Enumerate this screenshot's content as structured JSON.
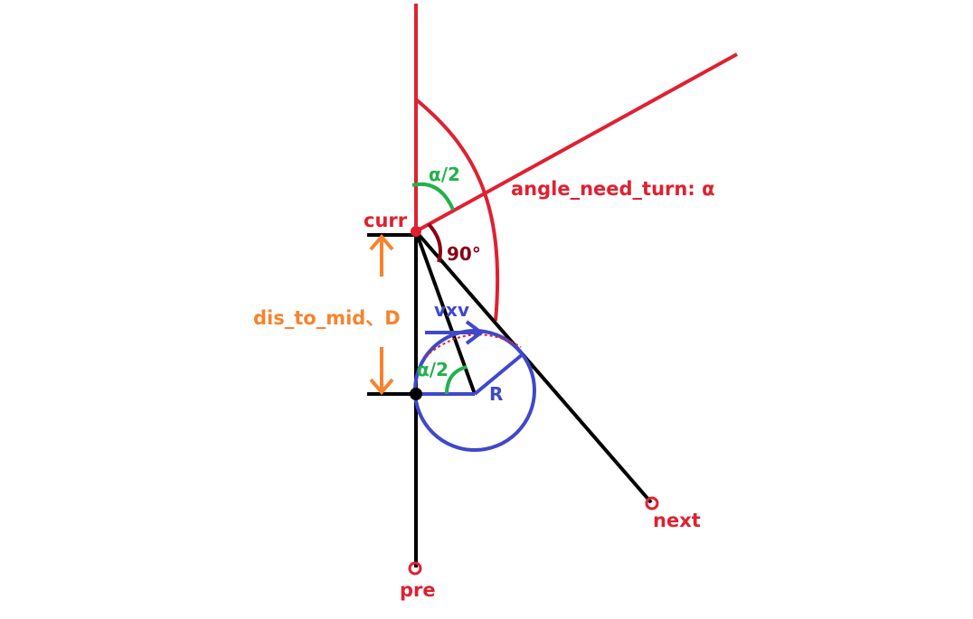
{
  "labels": {
    "curr": "curr",
    "pre": "pre",
    "next": "next",
    "angle_need_turn": "angle_need_turn: α",
    "alpha_half_top": "α/2",
    "alpha_half_bottom": "α/2",
    "right_angle": "90°",
    "dis_to_mid": "dis_to_mid、D",
    "vxv": "vxv",
    "radius": "R"
  },
  "colors": {
    "red": "#e02031",
    "black": "#000000",
    "orange": "#f7832d",
    "green": "#22b14c",
    "blue": "#3f48cc",
    "dark_red": "#880015"
  }
}
